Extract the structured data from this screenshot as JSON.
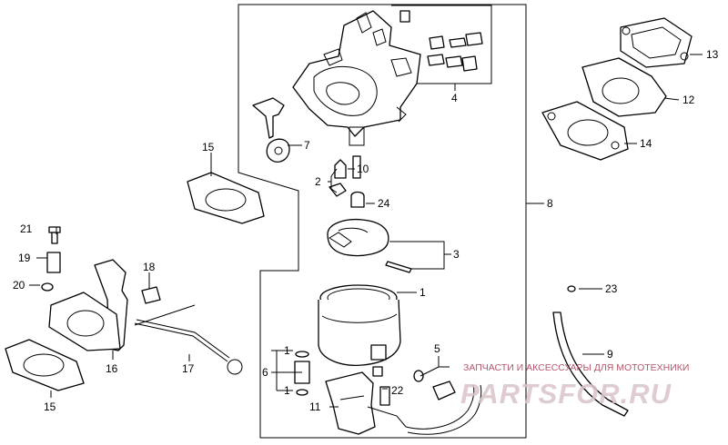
{
  "callouts": {
    "c1": "1",
    "c1a": "1",
    "c1b": "1",
    "c2": "2",
    "c3": "3",
    "c4": "4",
    "c5": "5",
    "c6": "6",
    "c7": "7",
    "c8": "8",
    "c9": "9",
    "c10": "10",
    "c11": "11",
    "c12": "12",
    "c13": "13",
    "c14": "14",
    "c15a": "15",
    "c15b": "15",
    "c16": "16",
    "c17": "17",
    "c18": "18",
    "c19": "19",
    "c20": "20",
    "c21": "21",
    "c22": "22",
    "c23": "23",
    "c24": "24"
  },
  "watermark": {
    "tagline": "ЗАПЧАСТИ И АКСЕССУАРЫ ДЛЯ МОТОТЕХНИКИ",
    "brand": "PARTSFOR.RU"
  },
  "colors": {
    "line": "#000000",
    "watermark_text": "#b5586a",
    "watermark_brand": "#d9c3c8"
  }
}
